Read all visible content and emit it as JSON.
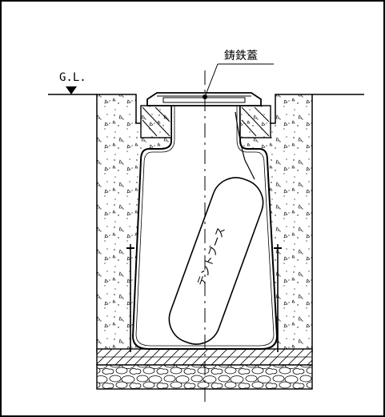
{
  "labels": {
    "ground_level": "G.L.",
    "cast_iron_lid": "鋳鉄蓋",
    "tent_booth": "テントブース"
  }
}
